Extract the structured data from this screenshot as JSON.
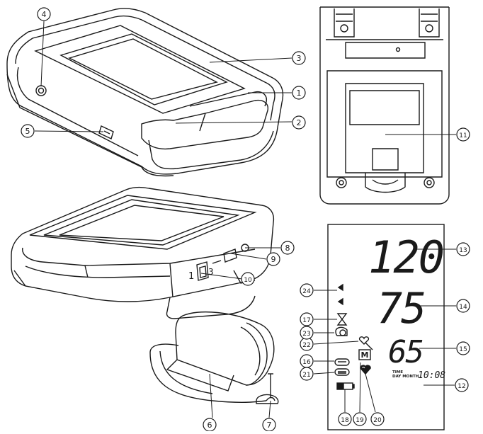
{
  "callouts": [
    "1",
    "2",
    "3",
    "4",
    "5",
    "6",
    "7",
    "8",
    "9",
    "10",
    "11",
    "12",
    "13",
    "14",
    "15",
    "16",
    "17",
    "18",
    "19",
    "20",
    "21",
    "22",
    "23",
    "24"
  ],
  "display": {
    "systolic": "120",
    "diastolic": "75",
    "pulse": "65",
    "time": "10:08",
    "time_label": "TIME",
    "day_month_label": "DAY MONTH",
    "memory_letter": "M"
  },
  "side_ports": {
    "left_digit": "1",
    "right_digit": "3"
  },
  "colors": {
    "line": "#1a1a1a",
    "background": "#ffffff"
  }
}
